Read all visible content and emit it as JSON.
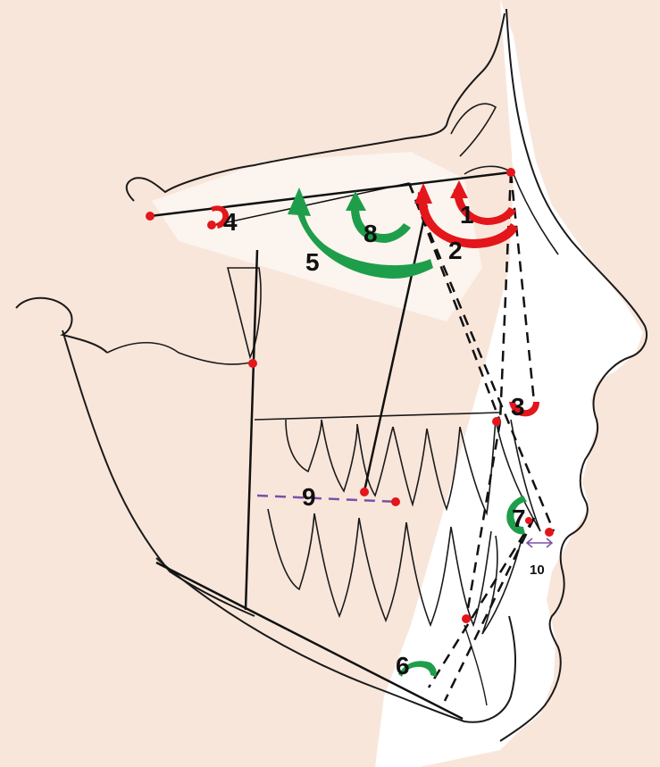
{
  "colors": {
    "background": "#f9e6da",
    "face_white": "#ffffff",
    "outline": "#1a1a1a",
    "landmark_red": "#e3161b",
    "angle_red": "#e3161b",
    "angle_green": "#1e9e4a",
    "occlusal_purple": "#7b4fa8"
  },
  "labels": {
    "m1": "1",
    "m2": "2",
    "m3": "3",
    "m4": "4",
    "m5": "5",
    "m6": "6",
    "m7": "7",
    "m8": "8",
    "m9": "9",
    "m10": "10"
  }
}
